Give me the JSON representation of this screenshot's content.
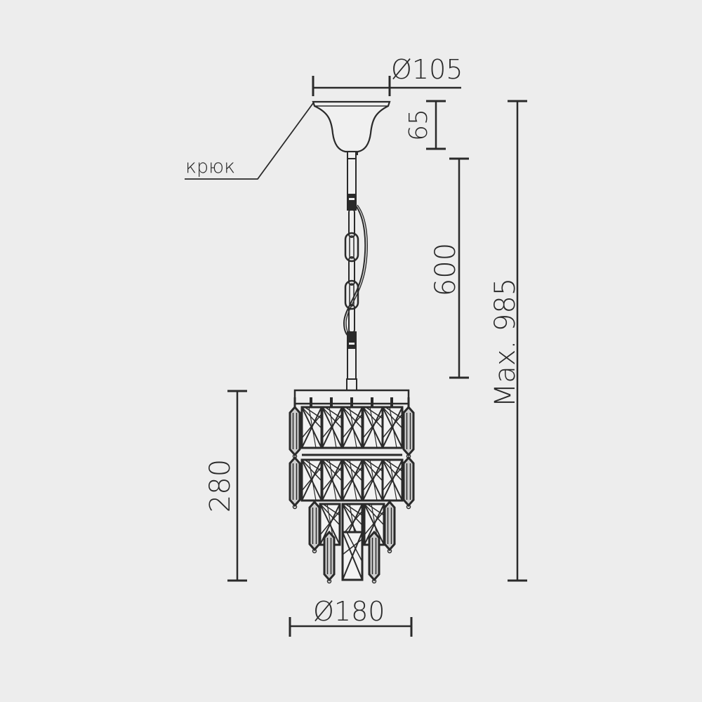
{
  "drawing": {
    "background": "#ededed",
    "line_color": "#2a2a2a",
    "subject": "pendant crystal chandelier technical drawing"
  },
  "labels": {
    "hook": "крюк",
    "canopy_diameter": "Ø105",
    "canopy_height": "65",
    "chain_length": "600",
    "body_height": "280",
    "body_diameter": "Ø180",
    "max_height": "Max. 985"
  }
}
